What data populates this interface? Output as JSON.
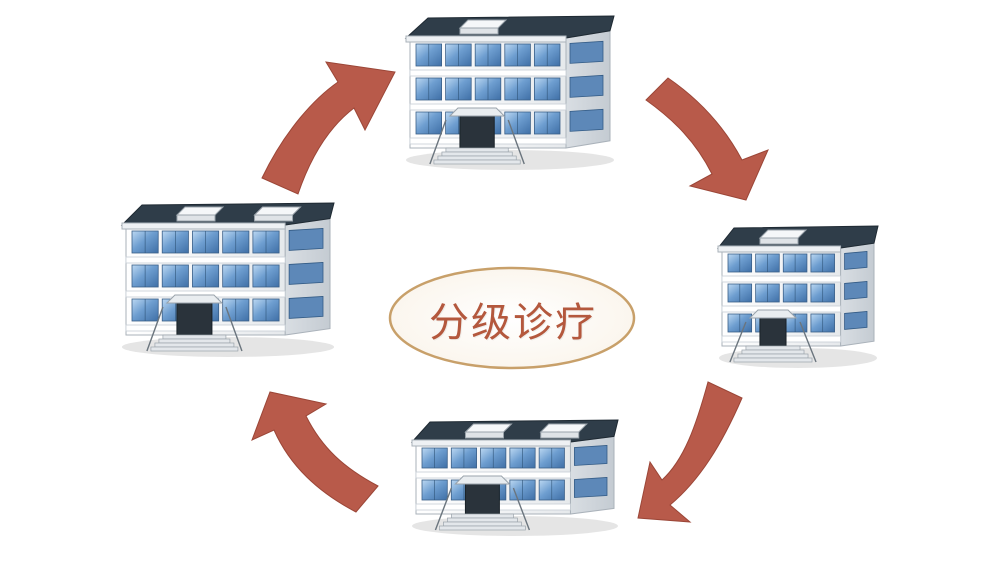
{
  "center_label": "分级诊疗",
  "buildings": [
    {
      "id": "top",
      "name": "large-hospital"
    },
    {
      "id": "right",
      "name": "medium-hospital"
    },
    {
      "id": "bottom",
      "name": "community-clinic"
    },
    {
      "id": "left",
      "name": "regional-hospital"
    }
  ],
  "colors": {
    "arrow": "#b85a4a",
    "arrow_edge": "#9b4637",
    "ellipse_stroke": "#c8a06a",
    "label_text": "#b4583d",
    "roof": "#2f3d49",
    "window": "#6e9ed0",
    "wall": "#f2f4f6",
    "wall_side": "#d8dde2"
  }
}
